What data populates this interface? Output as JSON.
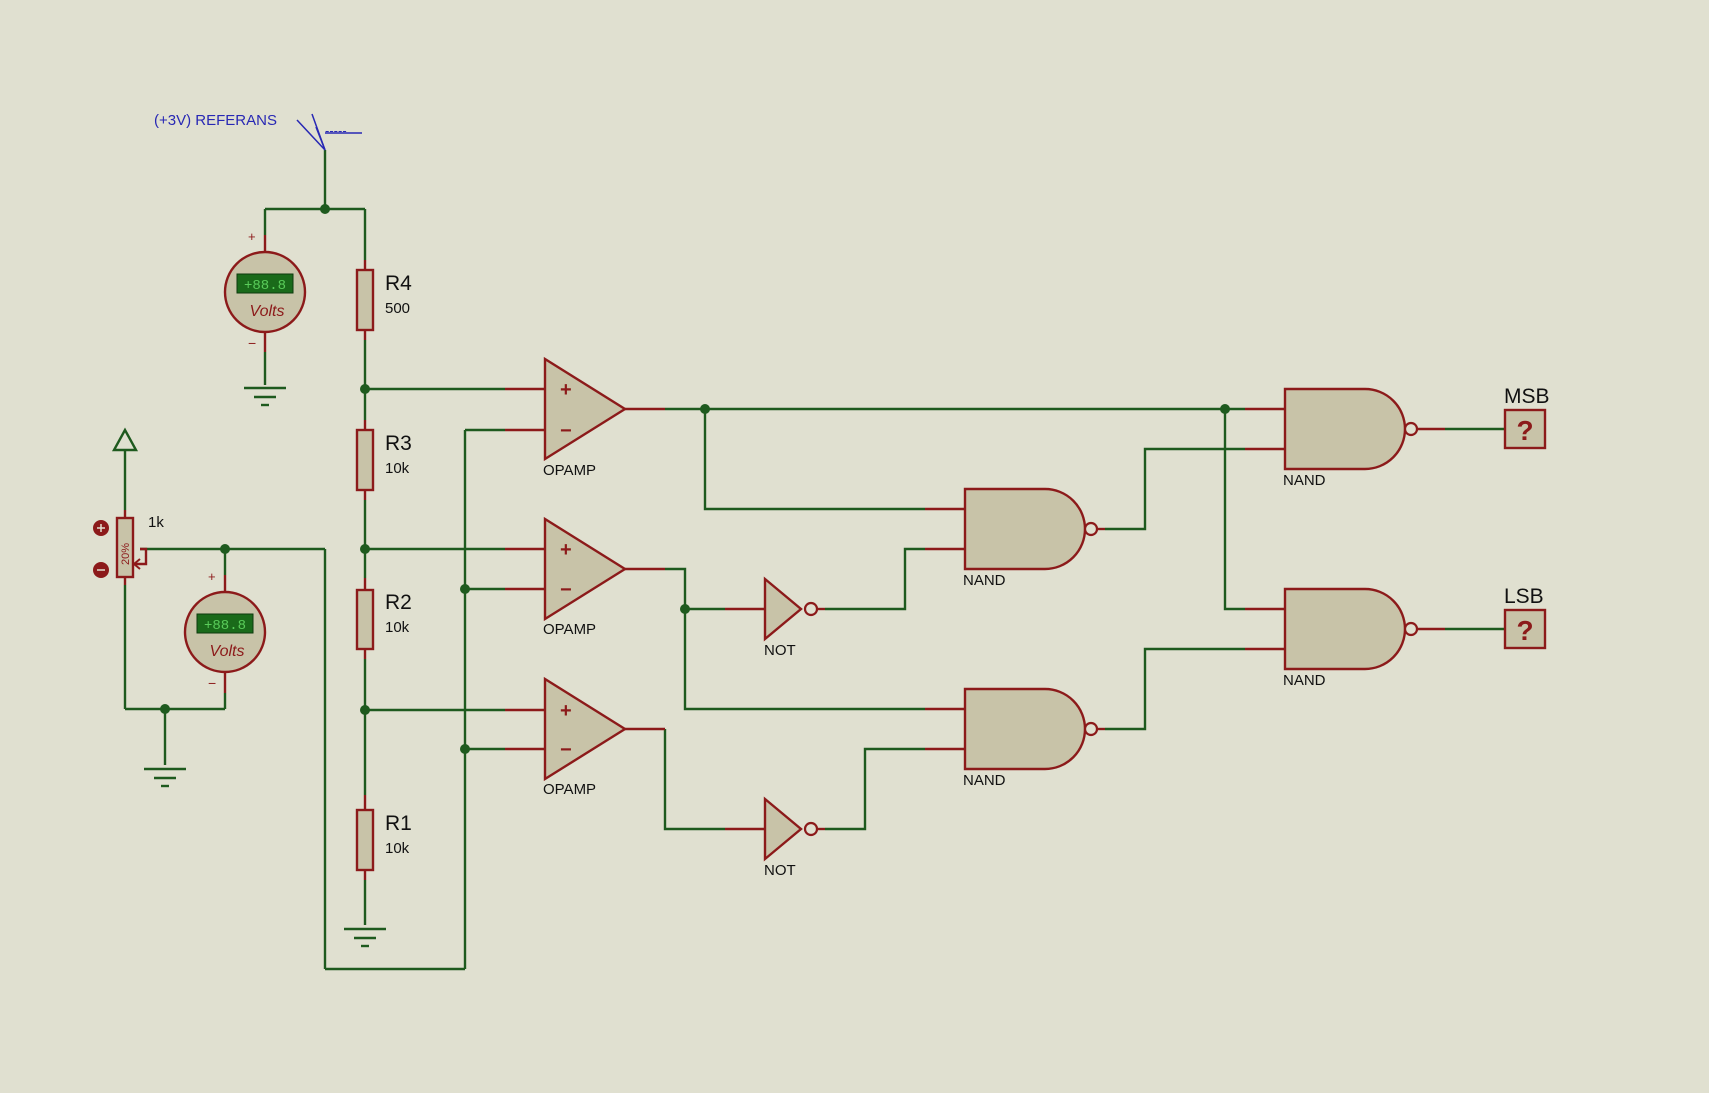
{
  "reference_label": "(+3V) REFERANS",
  "reference_dashes": "-----",
  "voltmeters": [
    {
      "display": "+88.8",
      "unit": "Volts",
      "plus": "+",
      "minus": "−"
    },
    {
      "display": "+88.8",
      "unit": "Volts",
      "plus": "+",
      "minus": "−"
    }
  ],
  "potentiometer": {
    "value": "1k",
    "percent": "20%"
  },
  "resistors": [
    {
      "ref": "R4",
      "value": "500"
    },
    {
      "ref": "R3",
      "value": "10k"
    },
    {
      "ref": "R2",
      "value": "10k"
    },
    {
      "ref": "R1",
      "value": "10k"
    }
  ],
  "opamps": [
    {
      "label": "OPAMP",
      "plus": "+",
      "minus": "−"
    },
    {
      "label": "OPAMP",
      "plus": "+",
      "minus": "−"
    },
    {
      "label": "OPAMP",
      "plus": "+",
      "minus": "−"
    }
  ],
  "not_gates": [
    {
      "label": "NOT"
    },
    {
      "label": "NOT"
    }
  ],
  "nand_gates": [
    {
      "label": "NAND"
    },
    {
      "label": "NAND"
    },
    {
      "label": "NAND"
    },
    {
      "label": "NAND"
    }
  ],
  "outputs": [
    {
      "name": "MSB",
      "state": "?"
    },
    {
      "name": "LSB",
      "state": "?"
    }
  ]
}
